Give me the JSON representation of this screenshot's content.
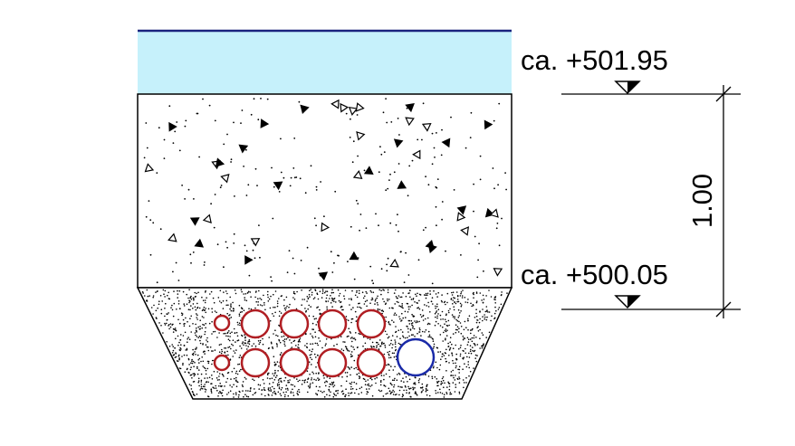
{
  "levels": {
    "top": {
      "label": "ca. +501.95"
    },
    "bottom": {
      "label": "ca. +500.05"
    }
  },
  "dimension": {
    "label": "1.00"
  },
  "conduits": {
    "small_count_per_row": 1,
    "medium_count_per_row": 4,
    "rows": 2,
    "large_count": 1
  },
  "colors": {
    "water_line": "#1a237e",
    "water_fill": "#c6f1fb",
    "conduit_red": "#b01e23",
    "conduit_blue": "#1a2aa8",
    "ink": "#000000"
  }
}
